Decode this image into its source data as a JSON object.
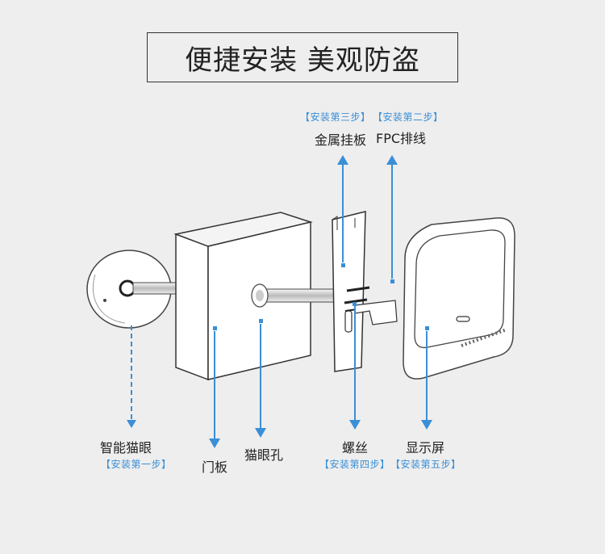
{
  "title": "便捷安装 美观防盗",
  "colors": {
    "accent": "#3a8fd6",
    "background": "#eeeeee"
  },
  "parts": {
    "peephole": {
      "label": "智能猫眼",
      "step": "【安装第一步】"
    },
    "door": {
      "label": "门板"
    },
    "hole": {
      "label": "猫眼孔"
    },
    "plate": {
      "label": "金属挂板",
      "step": "【安装第三步】"
    },
    "fpc": {
      "label": "FPC排线",
      "step": "【安装第二步】"
    },
    "screw": {
      "label": "螺丝",
      "step": "【安装第四步】"
    },
    "screen": {
      "label": "显示屏",
      "step": "【安装第五步】"
    }
  }
}
